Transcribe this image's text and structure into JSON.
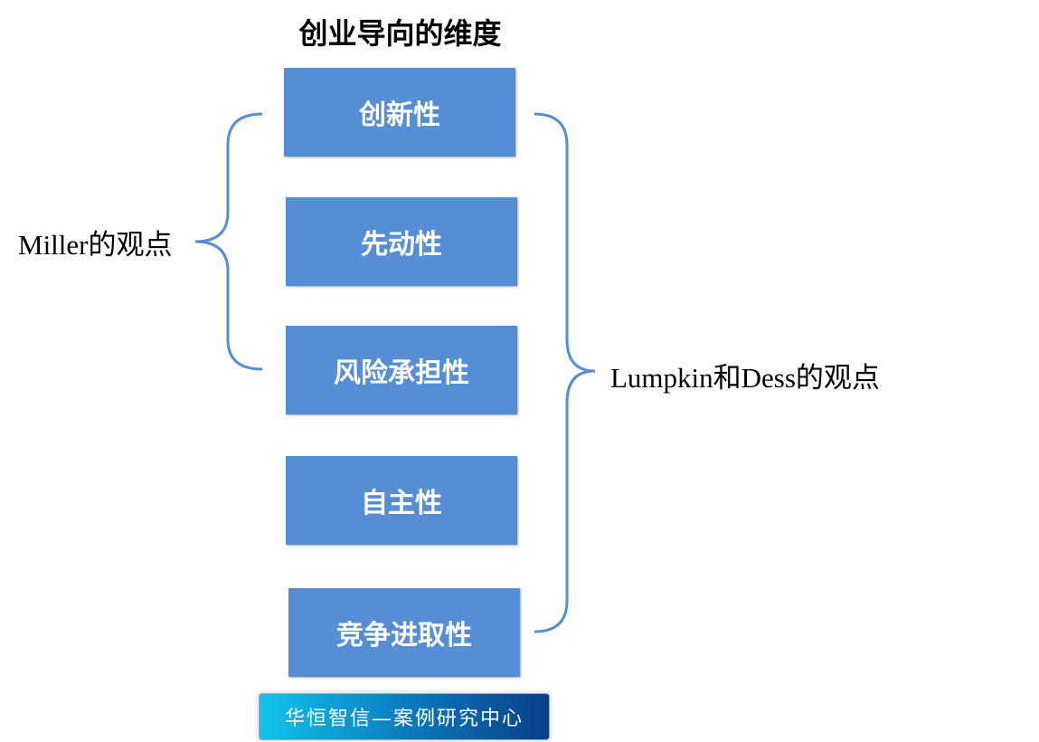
{
  "title": "创业导向的维度",
  "dimensions": [
    "创新性",
    "先动性",
    "风险承担性",
    "自主性",
    "竞争进取性"
  ],
  "left_label": "Miller的观点",
  "right_label": "Lumpkin和Dess的观点",
  "footer": "华恒智信—案例研究中心",
  "colors": {
    "box": "#558ed5",
    "brace": "#558ed5"
  }
}
